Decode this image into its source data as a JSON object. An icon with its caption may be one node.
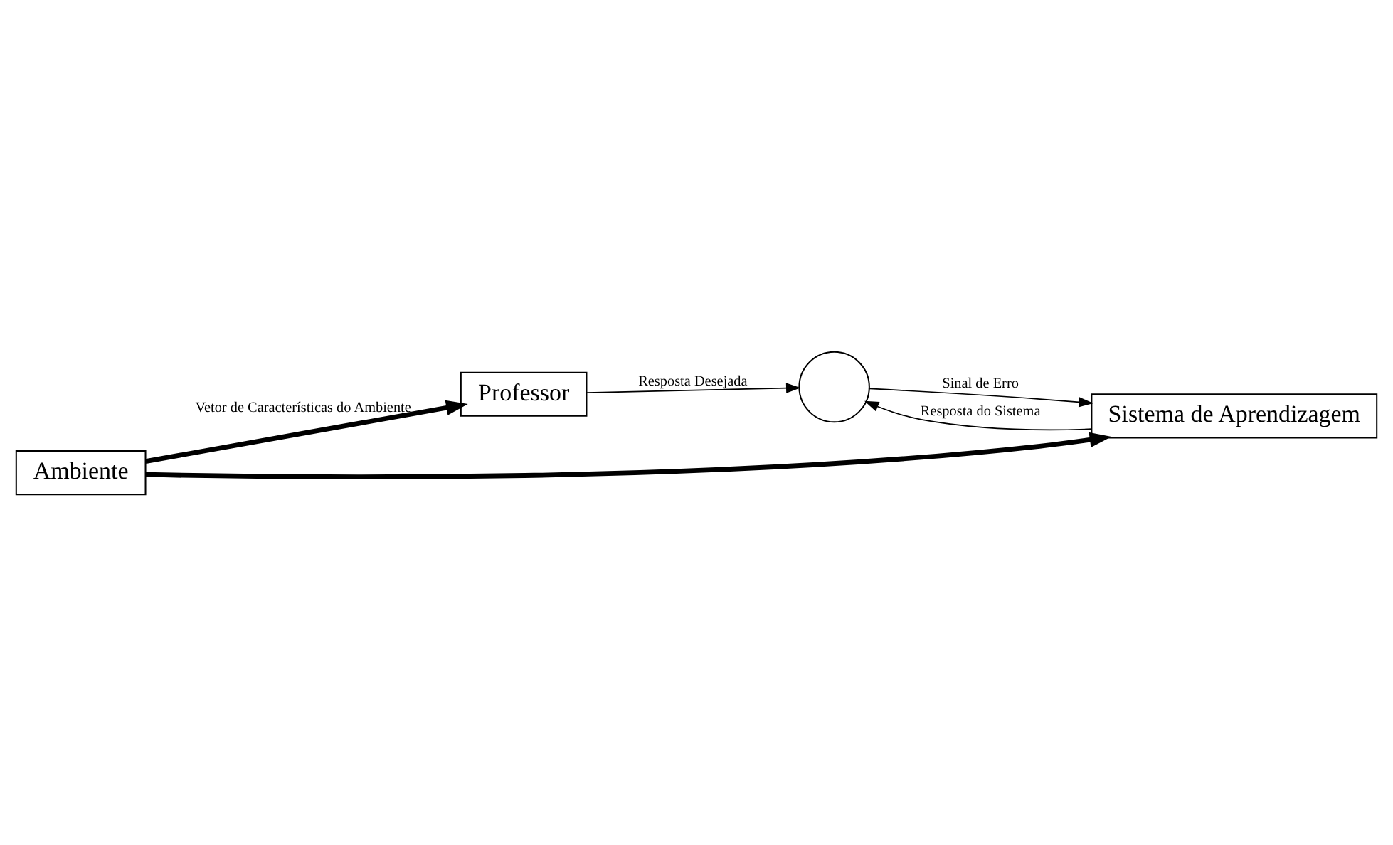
{
  "diagram": {
    "nodes": [
      {
        "text": [
          "Ambiente"
        ]
      },
      {
        "text": [
          "Professor"
        ]
      },
      {
        "text": [
          "Sistema de Aprendizagem"
        ]
      },
      {
        "text": [],
        "shape": "circle"
      }
    ],
    "edges": [
      {
        "from": 0,
        "to": 1,
        "arrow": "to",
        "label": "Vetor de Características do Ambiente",
        "style": "thick"
      },
      {
        "from": 0,
        "to": 2,
        "arrow": "to",
        "style": "thick"
      },
      {
        "from": 1,
        "to": 3,
        "arrow": "to",
        "label": "Resposta Desejada"
      },
      {
        "from": 2,
        "to": 3,
        "arrow": "to",
        "label": "Resposta do Sistema"
      },
      {
        "from": 3,
        "to": 2,
        "arrow": "to",
        "label": "Sinal de Erro"
      }
    ]
  }
}
